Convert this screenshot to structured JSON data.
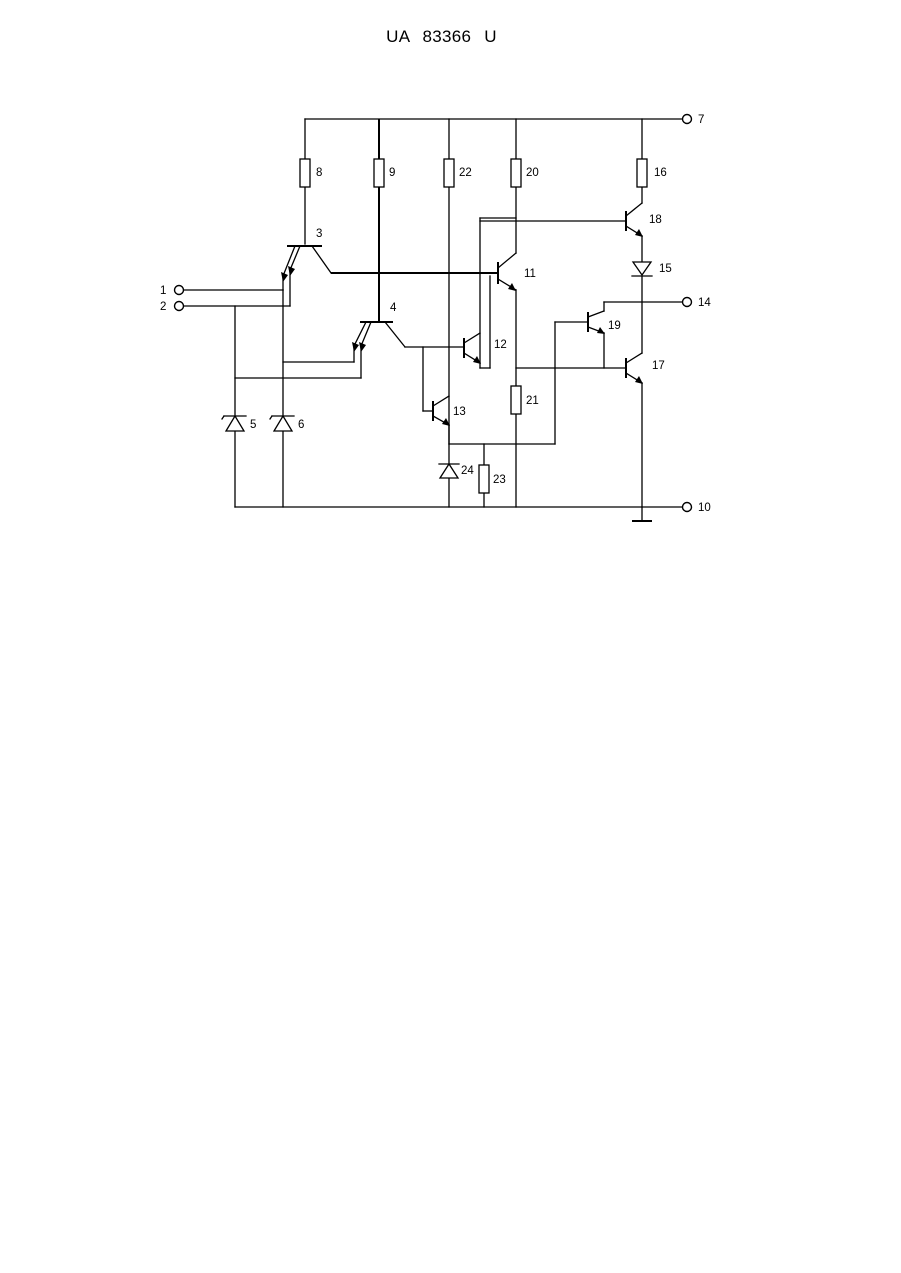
{
  "document": {
    "title": "UA   83366   U"
  },
  "schematic": {
    "terminals": [
      {
        "id": "terminal-1",
        "label": "1"
      },
      {
        "id": "terminal-2",
        "label": "2"
      },
      {
        "id": "terminal-7",
        "label": "7"
      },
      {
        "id": "terminal-10",
        "label": "10"
      },
      {
        "id": "terminal-14",
        "label": "14"
      }
    ],
    "resistors": [
      {
        "id": "resistor-8",
        "label": "8"
      },
      {
        "id": "resistor-9",
        "label": "9"
      },
      {
        "id": "resistor-22",
        "label": "22"
      },
      {
        "id": "resistor-20",
        "label": "20"
      },
      {
        "id": "resistor-16",
        "label": "16"
      },
      {
        "id": "resistor-21",
        "label": "21"
      },
      {
        "id": "resistor-23",
        "label": "23"
      }
    ],
    "transistors": [
      {
        "id": "transistor-3",
        "label": "3"
      },
      {
        "id": "transistor-4",
        "label": "4"
      },
      {
        "id": "transistor-11",
        "label": "11"
      },
      {
        "id": "transistor-12",
        "label": "12"
      },
      {
        "id": "transistor-13",
        "label": "13"
      },
      {
        "id": "transistor-17",
        "label": "17"
      },
      {
        "id": "transistor-18",
        "label": "18"
      },
      {
        "id": "transistor-19",
        "label": "19"
      }
    ],
    "diodes": [
      {
        "id": "diode-5",
        "label": "5"
      },
      {
        "id": "diode-6",
        "label": "6"
      },
      {
        "id": "diode-15",
        "label": "15"
      },
      {
        "id": "diode-24",
        "label": "24"
      }
    ]
  }
}
